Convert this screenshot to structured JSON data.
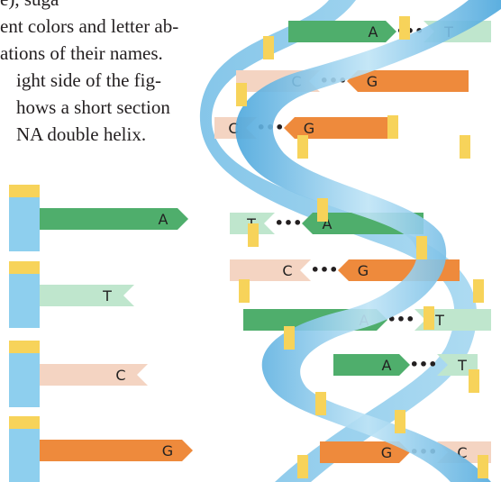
{
  "text_lines": [
    "e), suga",
    "ent colors and letter ab-",
    "ations of their names.",
    "ight side of the fig-",
    "hows a short section",
    "NA double helix."
  ],
  "colors": {
    "backbone_light": "#bfe4f6",
    "backbone_mid": "#8ecfee",
    "backbone_dark": "#4aa6dc",
    "sugar": "#f7d35a",
    "A": "#4fae6c",
    "T": "#bfe6cd",
    "C": "#f4d4c2",
    "G": "#ee8a3c",
    "text": "#231f20"
  },
  "legend": [
    {
      "letter": "A",
      "id": "adenine"
    },
    {
      "letter": "T",
      "id": "thymine"
    },
    {
      "letter": "C",
      "id": "cytosine"
    },
    {
      "letter": "G",
      "id": "guanine"
    }
  ],
  "base_pairs": [
    {
      "left": "A",
      "right": "T",
      "dots": "•••"
    },
    {
      "left": "C",
      "right": "G",
      "dots": "•••"
    },
    {
      "left": "C",
      "right": "G",
      "dots": "•••"
    },
    {
      "left": "T",
      "right": "A",
      "dots": "•••"
    },
    {
      "left": "C",
      "right": "G",
      "dots": "•••"
    },
    {
      "left": "A",
      "right": "T",
      "dots": "•••"
    },
    {
      "left": "A",
      "right": "T",
      "dots": "•••"
    },
    {
      "left": "G",
      "right": "C",
      "dots": "•••"
    }
  ]
}
